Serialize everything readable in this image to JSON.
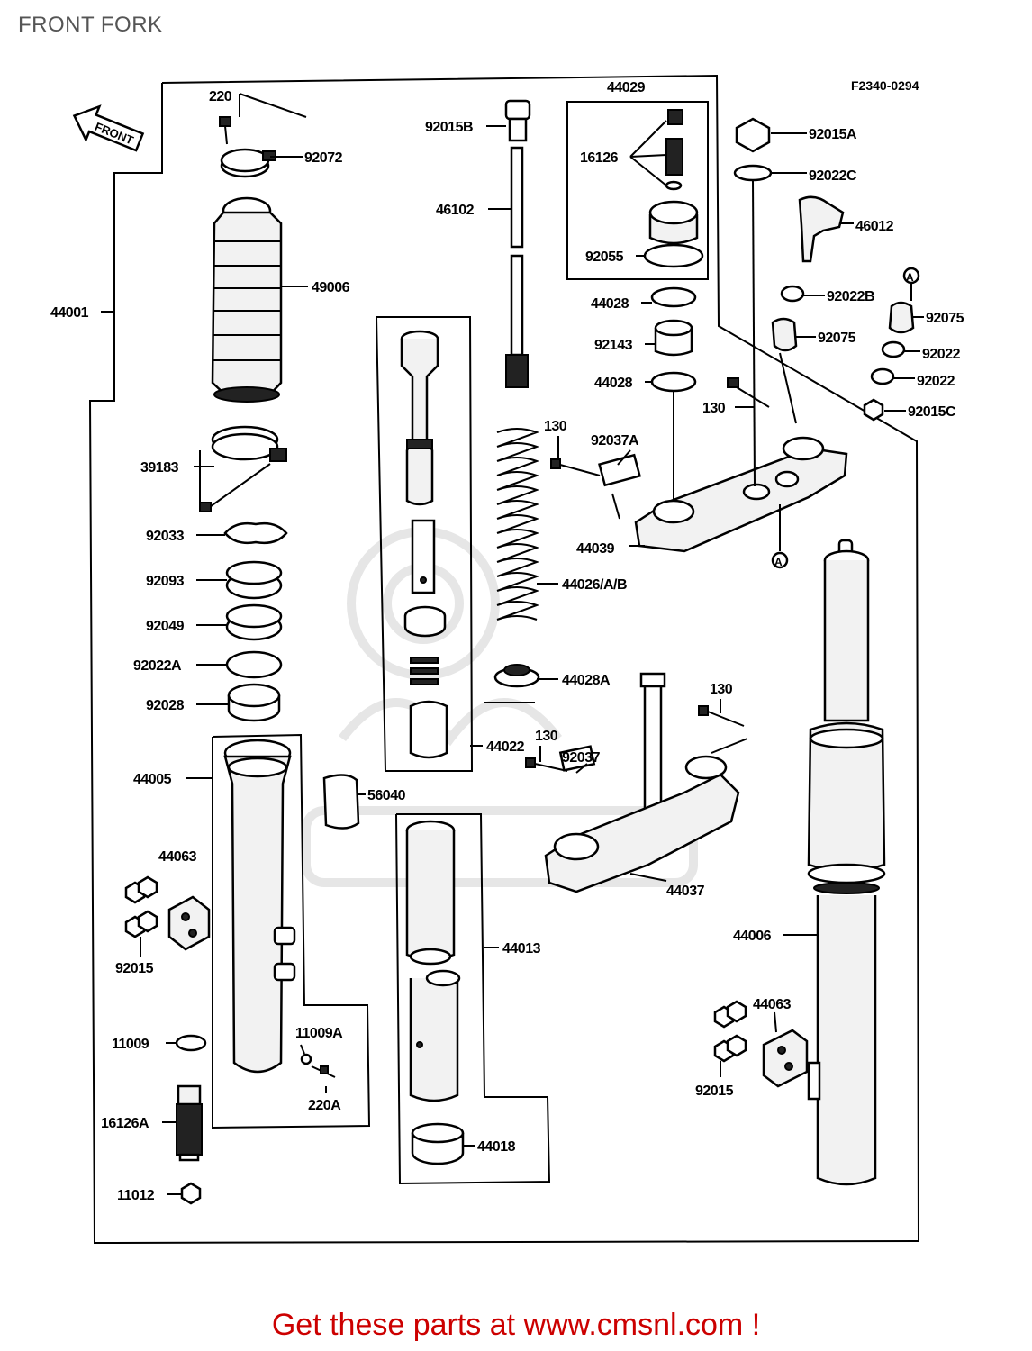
{
  "page": {
    "title": "FRONT FORK",
    "diagram_code": "F2340-0294",
    "front_arrow_label": "FRONT",
    "footer_text": "Get these parts at www.cmsnl.com !"
  },
  "labels": {
    "p220": "220",
    "p92072": "92072",
    "p44001": "44001",
    "p49006": "49006",
    "p39183": "39183",
    "p92033": "92033",
    "p92093": "92093",
    "p92049": "92049",
    "p92022A": "92022A",
    "p92028": "92028",
    "p44005": "44005",
    "p44063a": "44063",
    "p92015a": "92015",
    "p11009": "11009",
    "p11009A": "11009A",
    "p220A": "220A",
    "p16126A": "16126A",
    "p11012": "11012",
    "p92015B": "92015B",
    "p46102": "46102",
    "p44029": "44029",
    "p16126": "16126",
    "p92055": "92055",
    "p44028a": "44028",
    "p92143": "92143",
    "p44028b": "44028",
    "p130a": "130",
    "p92037A": "92037A",
    "p44039": "44039",
    "p44026": "44026/A/B",
    "p44028A": "44028A",
    "p44022": "44022",
    "p56040": "56040",
    "p130b": "130",
    "p92037": "92037",
    "p130c": "130",
    "p44037": "44037",
    "p44013": "44013",
    "p44018": "44018",
    "p92015A": "92015A",
    "p92022C": "92022C",
    "p46012": "46012",
    "pA1": "A",
    "p92022B": "92022B",
    "p92075a": "92075",
    "p92075b": "92075",
    "p92022a": "92022",
    "p92022b": "92022",
    "p92015C": "92015C",
    "p130d": "130",
    "pA2": "A",
    "p44006": "44006",
    "p44063b": "44063",
    "p92015b": "92015"
  }
}
